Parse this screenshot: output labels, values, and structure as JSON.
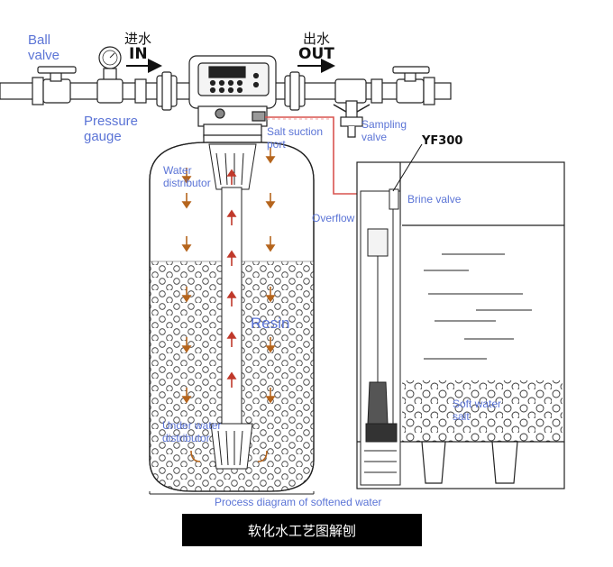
{
  "labels": {
    "ball_valve": "Ball\nvalve",
    "pressure_gauge": "Pressure\ngauge",
    "in_cn": "进水",
    "in_en": "IN",
    "out_cn": "出水",
    "out_en": "OUT",
    "salt_suction_port": "Salt suction\nport",
    "sampling_valve": "Sampling\nvalve",
    "model": "YF300",
    "brine_valve": "Brine valve",
    "overflow": "Overflow",
    "water_distributor": "Water\ndistributor",
    "resin": "Resin",
    "soft_water_salt": "Soft water\nsalt",
    "under_water_distributor": "Under water\ndistributor",
    "caption": "Process diagram of softened water",
    "title_cn": "软化水工艺图解刨"
  },
  "colors": {
    "label_blue": "#5b74d6",
    "flow_arrow_down": "#b5651d",
    "flow_arrow_up": "#c0392b",
    "brine_line": "#d9534f",
    "outline": "#222222"
  }
}
